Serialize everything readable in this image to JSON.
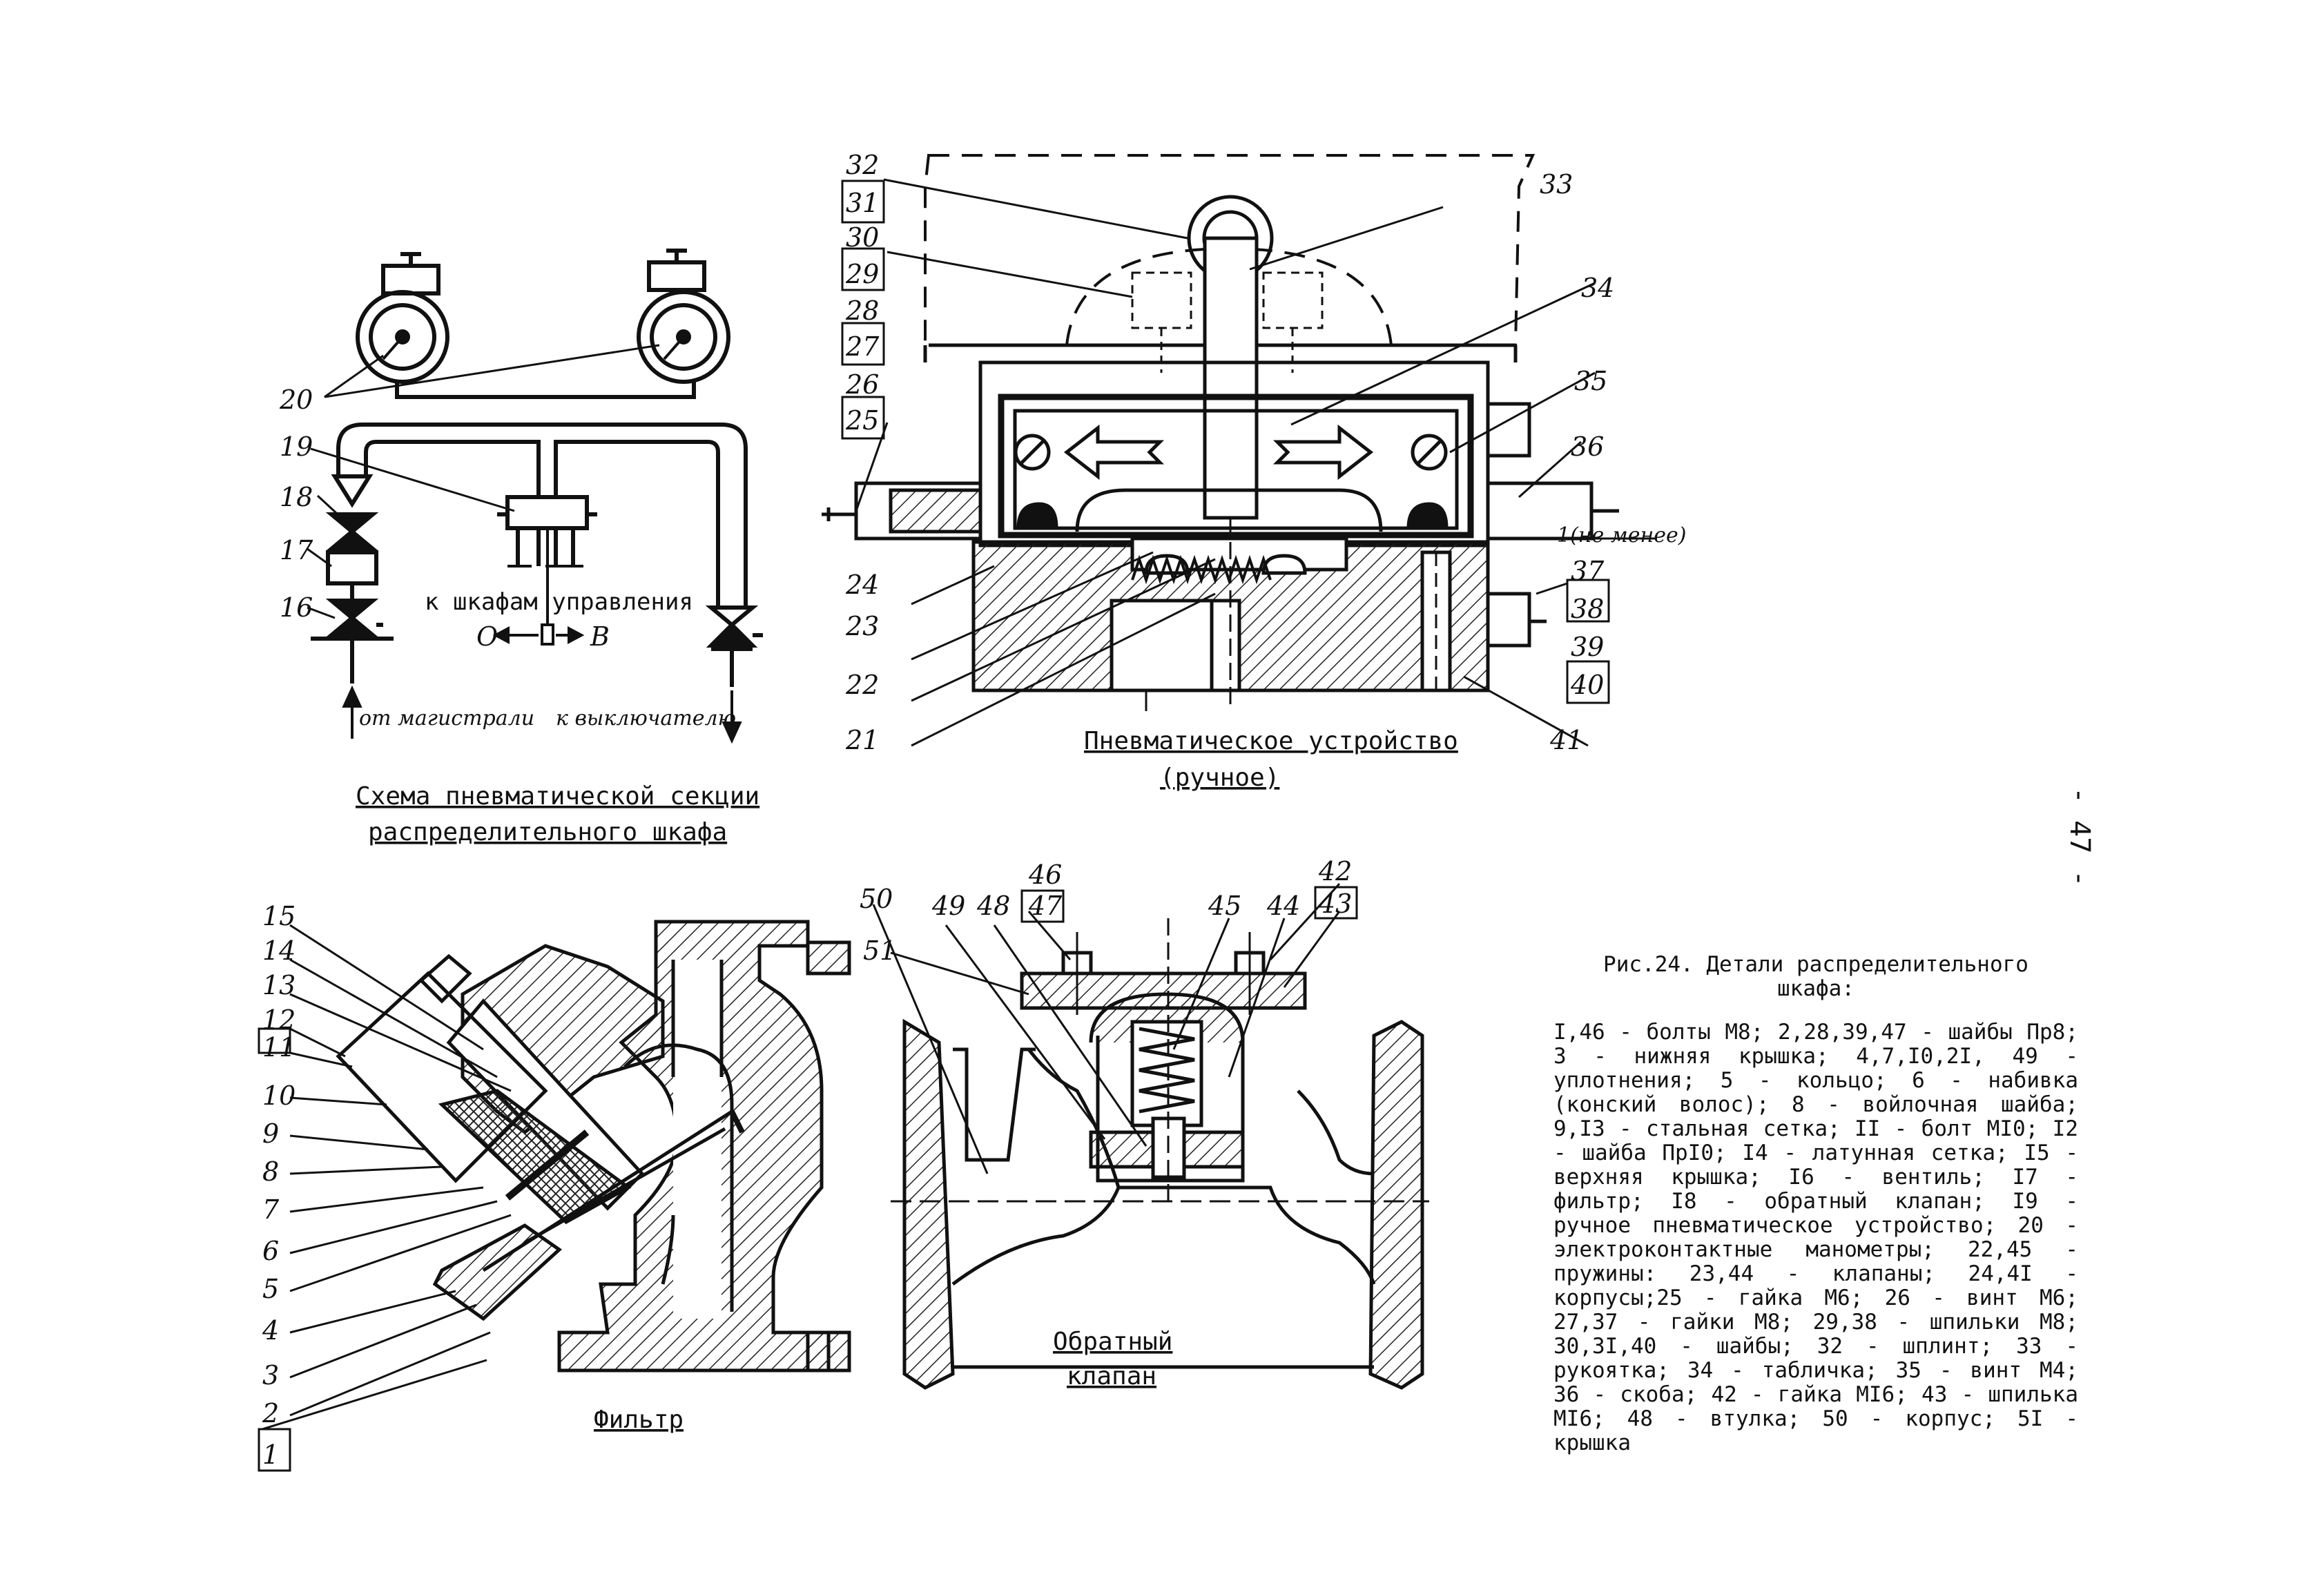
{
  "schema": {
    "title_line1": "Схема пневматической секции",
    "title_line2": "распределительного шкафа",
    "to_cabinets": "к шкафам управления",
    "flow_o": "О",
    "flow_v": "В",
    "from_main": "от магистрали",
    "to_switch": "к выключателю",
    "labels": [
      "20",
      "19",
      "18",
      "17",
      "16"
    ]
  },
  "device": {
    "title_line1": "Пневматическое устройство",
    "title_line2": "(ручное)",
    "min_gap": "1(не менее)",
    "left_labels": [
      "32",
      "31",
      "30",
      "29",
      "28",
      "27",
      "26",
      "25",
      "24",
      "23",
      "22",
      "21"
    ],
    "right_labels": [
      "33",
      "34",
      "35",
      "36",
      "37",
      "38",
      "39",
      "40",
      "41"
    ]
  },
  "filter": {
    "title": "Фильтр",
    "labels": [
      "15",
      "14",
      "13",
      "12",
      "11",
      "10",
      "9",
      "8",
      "7",
      "6",
      "5",
      "4",
      "3",
      "2",
      "1"
    ]
  },
  "check_valve": {
    "title_line1": "Обратный",
    "title_line2": "клапан",
    "labels": [
      "50",
      "51",
      "49",
      "48",
      "46",
      "47",
      "45",
      "44",
      "42",
      "43"
    ]
  },
  "legend": {
    "heading_line1": "Рис.24. Детали распределительного",
    "heading_line2": "шкафа:",
    "body": "I,46 - болты М8; 2,28,39,47 - шайбы Пр8; 3 - нижняя крышка; 4,7,I0,2I, 49 - уплотнения; 5 - кольцо; 6 - набивка (конский волос); 8 - войлочная шайба; 9,I3 - стальная сетка; II - болт МI0; I2 - шайба ПрI0; I4 - латунная сетка; I5 - верхняя крышка; I6 - вентиль; I7 - фильтр; I8 - обратный клапан; I9 - ручное пневматическое устройство; 20 - электроконтактные манометры; 22,45 - пружины: 23,44 - клапаны; 24,4I - корпусы;25 - гайка М6; 26 - винт М6; 27,37 - гайки М8; 29,38 - шпильки М8; 30,3I,40 - шайбы; 32 - шплинт; 33 - рукоятка; 34 - табличка; 35 - винт М4; 36 - скоба; 42 - гайка МI6; 43 - шпилька МI6; 48 - втулка; 50 - корпус; 5I - крышка"
  },
  "page_number": "- 47 -"
}
